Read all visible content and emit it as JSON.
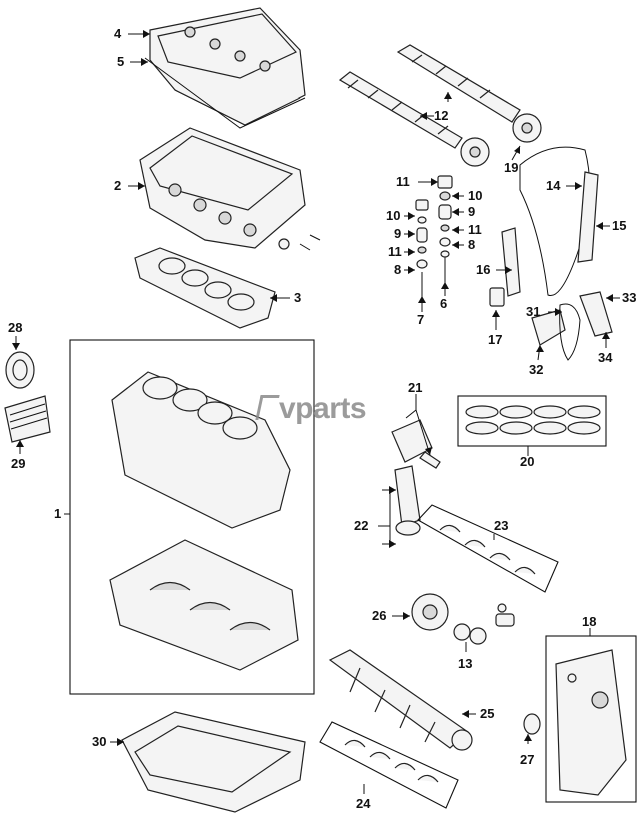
{
  "watermark": "vparts",
  "callouts": {
    "p1": "1",
    "p2": "2",
    "p3": "3",
    "p4": "4",
    "p5": "5",
    "p6": "6",
    "p7": "7",
    "p8a": "8",
    "p8b": "8",
    "p9a": "9",
    "p9b": "9",
    "p10a": "10",
    "p10b": "10",
    "p11a": "11",
    "p11b": "11",
    "p11c": "11",
    "p12": "12",
    "p13": "13",
    "p14": "14",
    "p15": "15",
    "p16": "16",
    "p17": "17",
    "p18": "18",
    "p19": "19",
    "p20": "20",
    "p21": "21",
    "p22": "22",
    "p23": "23",
    "p24": "24",
    "p25": "25",
    "p26": "26",
    "p27": "27",
    "p28": "28",
    "p29": "29",
    "p30": "30",
    "p31": "31",
    "p32": "32",
    "p33": "33",
    "p34": "34"
  }
}
